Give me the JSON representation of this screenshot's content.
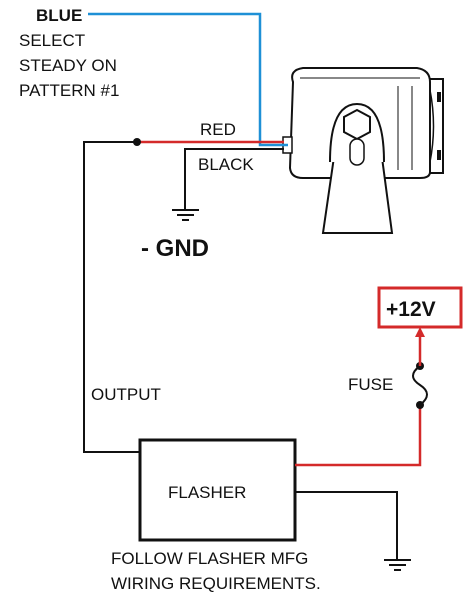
{
  "labels": {
    "blue_title": "BLUE",
    "blue_line1": "SELECT",
    "blue_line2": "STEADY ON",
    "blue_line3": "PATTERN #1",
    "red": "RED",
    "black": "BLACK",
    "ground": "- GND",
    "output": "OUTPUT",
    "power": "+12V",
    "fuse": "FUSE",
    "flasher": "FLASHER",
    "note_line1": "FOLLOW FLASHER MFG",
    "note_line2": "WIRING REQUIREMENTS."
  },
  "colors": {
    "blue_wire": "#1e90d6",
    "red_wire": "#d42a2a",
    "black_wire": "#111111",
    "power_box": "#d42a2a"
  }
}
